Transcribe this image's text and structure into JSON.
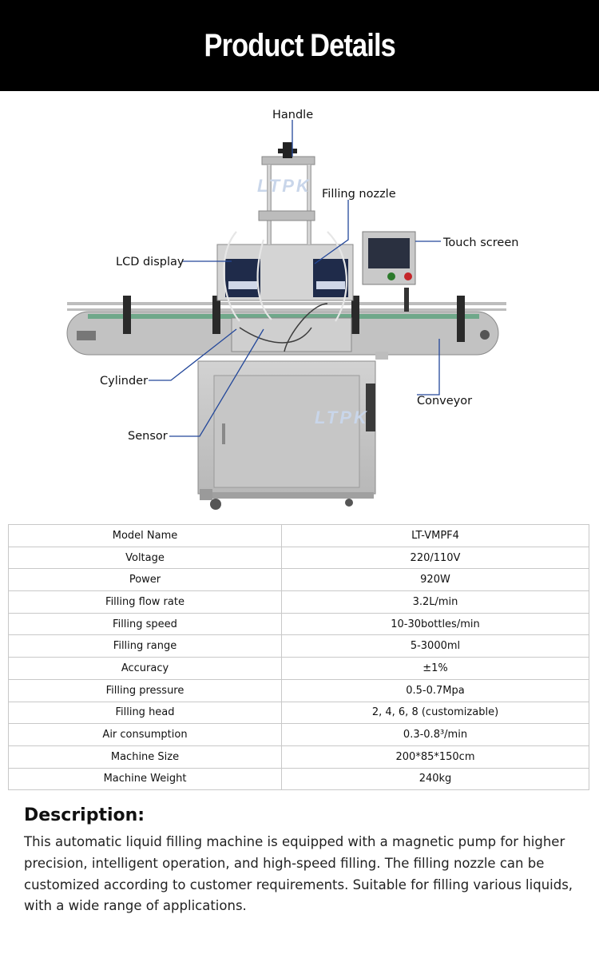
{
  "header": {
    "title": "Product Details"
  },
  "figure": {
    "watermark": "LTPK",
    "callouts": {
      "handle": "Handle",
      "filling_nozzle": "Filling nozzle",
      "touch_screen": "Touch screen",
      "lcd_display": "LCD display",
      "cylinder": "Cylinder",
      "conveyor": "Conveyor",
      "sensor": "Sensor"
    }
  },
  "specs": [
    {
      "label": "Model Name",
      "value": "LT-VMPF4"
    },
    {
      "label": "Voltage",
      "value": "220/110V"
    },
    {
      "label": "Power",
      "value": "920W"
    },
    {
      "label": "Filling flow rate",
      "value": "3.2L/min"
    },
    {
      "label": "Filling speed",
      "value": "10-30bottles/min"
    },
    {
      "label": "Filling range",
      "value": "5-3000ml"
    },
    {
      "label": "Accuracy",
      "value": "±1%"
    },
    {
      "label": "Filling pressure",
      "value": "0.5-0.7Mpa"
    },
    {
      "label": "Filling head",
      "value": "2, 4, 6, 8 (customizable)"
    },
    {
      "label": "Air consumption",
      "value": "0.3-0.8³/min"
    },
    {
      "label": "Machine Size",
      "value": "200*85*150cm"
    },
    {
      "label": "Machine Weight",
      "value": "240kg"
    }
  ],
  "description": {
    "title": "Description:",
    "body": "This automatic liquid filling machine is equipped with a magnetic pump for higher precision, intelligent operation, and high-speed filling. The filling nozzle can be customized according to customer requirements. Suitable for filling various liquids, with a wide range of applications."
  }
}
